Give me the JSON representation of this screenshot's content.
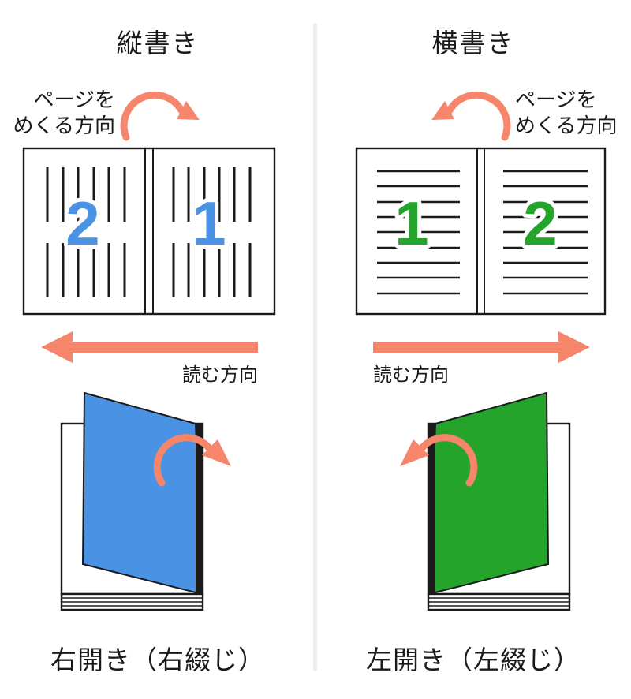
{
  "colors": {
    "accent_orange": "#f5866b",
    "page_blue": "#4a92e4",
    "page_green": "#25a42c",
    "ink_black": "#1a1a1a",
    "divider_gray": "#ececec"
  },
  "panels": {
    "vertical": {
      "title": "縦書き",
      "page_turn_label_line1": "ページを",
      "page_turn_label_line2": "めくる方向",
      "reading_label": "読む方向",
      "open_book": {
        "left_page_number": "2",
        "right_page_number": "1"
      },
      "caption": "右開き（右綴じ）"
    },
    "horizontal": {
      "title": "横書き",
      "page_turn_label_line1": "ページを",
      "page_turn_label_line2": "めくる方向",
      "reading_label": "読む方向",
      "open_book": {
        "left_page_number": "1",
        "right_page_number": "2"
      },
      "caption": "左開き（左綴じ）"
    }
  }
}
